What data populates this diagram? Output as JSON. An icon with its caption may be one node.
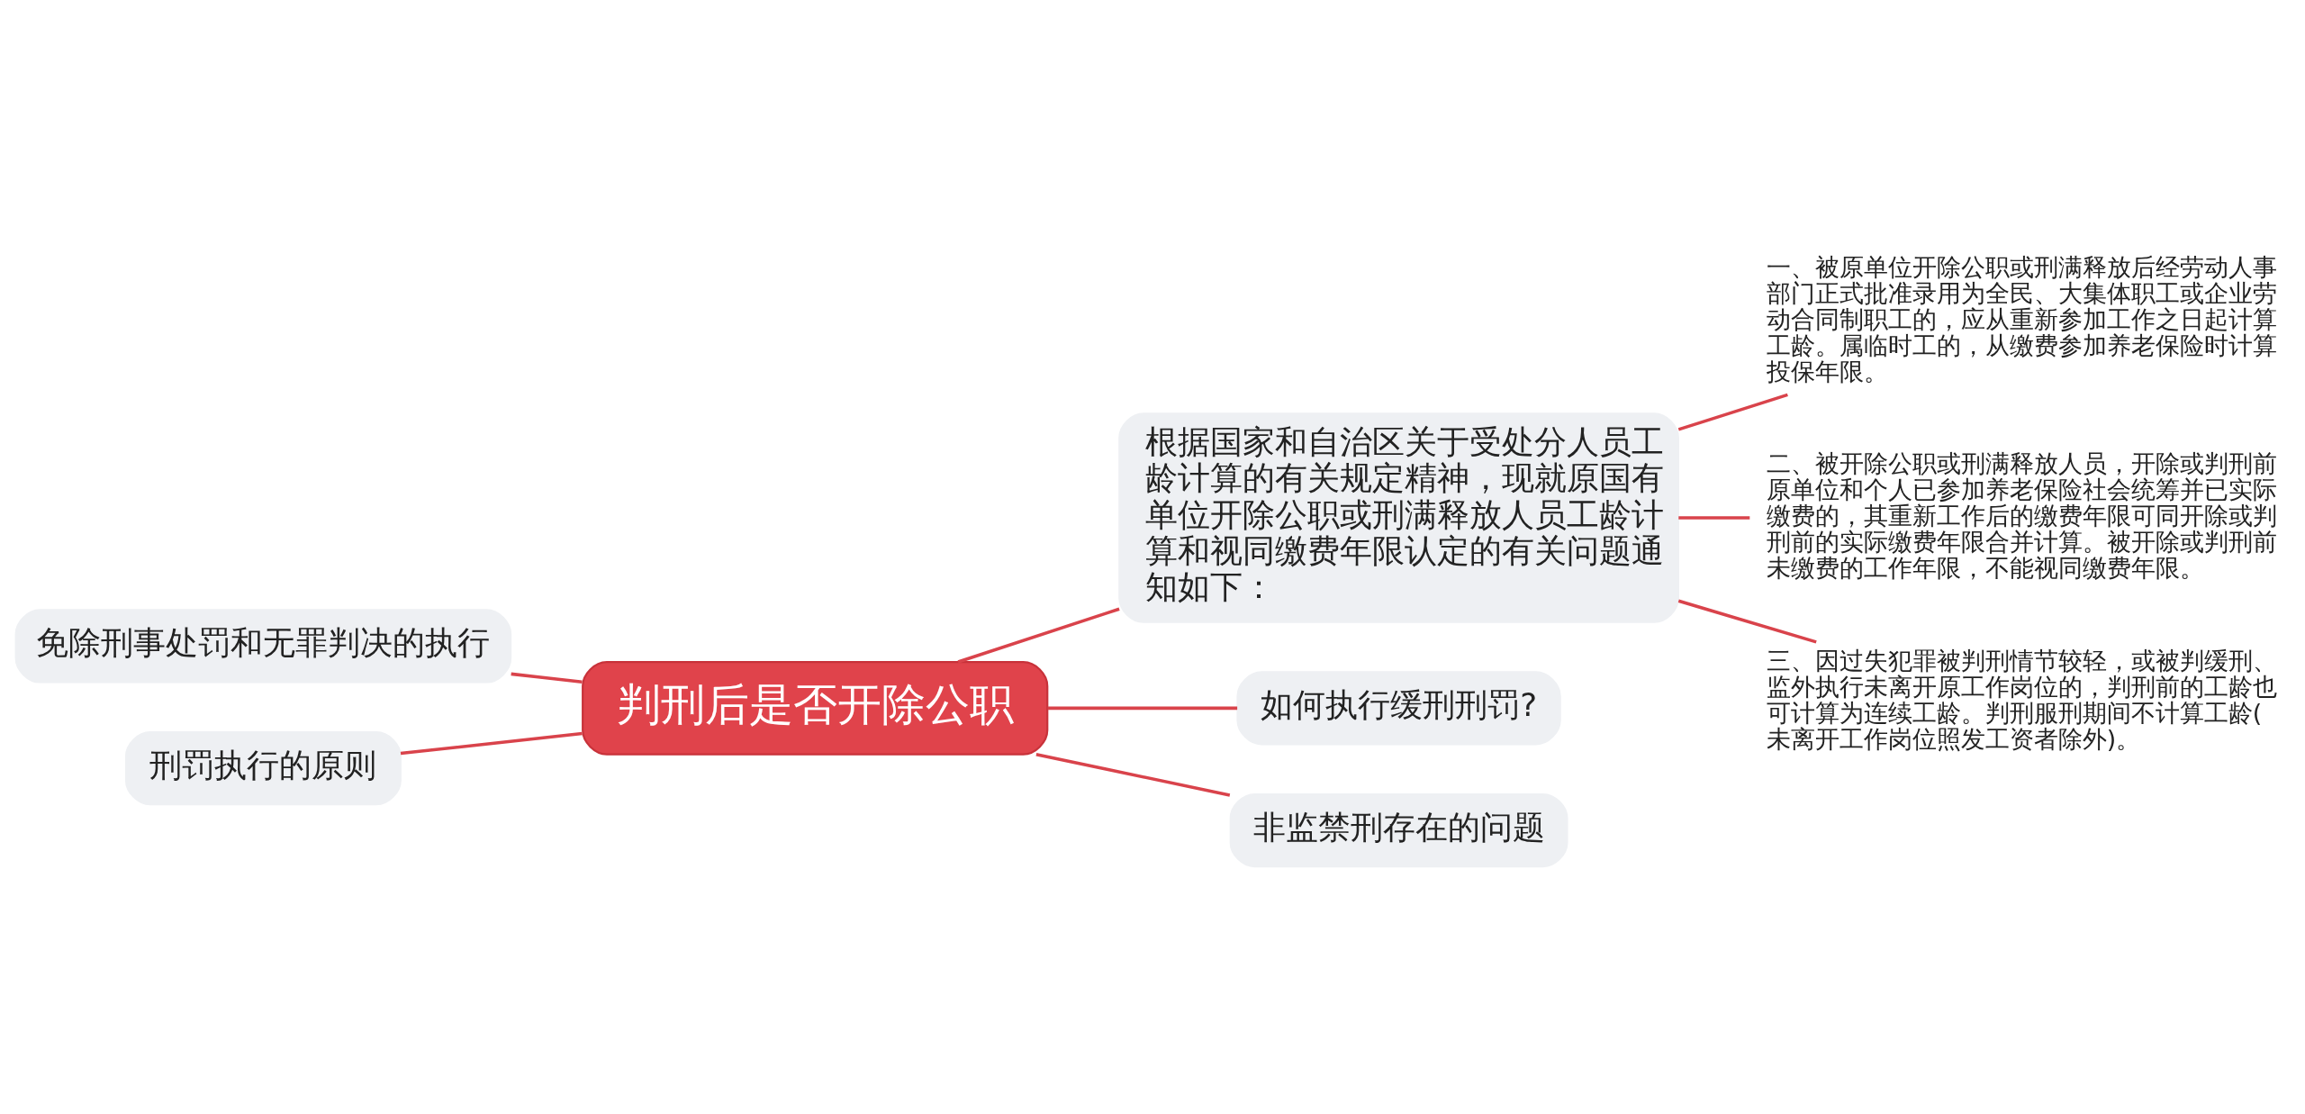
{
  "diagram": {
    "nodes": [
      {
        "text": [
          "判刑后是否开除公职"
        ]
      },
      {
        "text": [
          "免除刑事处罚和无罪判决的执行"
        ]
      },
      {
        "text": [
          "刑罚执行的原则"
        ]
      },
      {
        "text": [
          "根据国家和自治区关于受处分人员工龄计算的有关规定精神，现就原国有单位开除公职或刑满释放人员工龄计算和视同缴费年限认定的有关问题通知如下："
        ]
      },
      {
        "text": [
          "一、被原单位开除公职或刑满释放后经劳动人事部门正式批准录用为全民、大集体职工或企业劳动合同制职工的，应从重新参加工作之日起计算工龄。属临时工的，从缴费参加养老保险时计算投保年限。"
        ]
      },
      {
        "text": [
          "二、被开除公职或刑满释放人员，开除或判刑前原单位和个人已参加养老保险社会统筹并已实际缴费的，其重新工作后的缴费年限可同开除或判刑前的实际缴费年限合并计算。被开除或判刑前未缴费的工作年限，不能视同缴费年限。"
        ]
      },
      {
        "text": [
          "三、因过失犯罪被判刑情节较轻，或被判缓刑、监外执行未离开原工作岗位的，判刑前的工龄也可计算为连续工龄。判刑服刑期间不计算工龄(未离开工作岗位照发工资者除外)。"
        ]
      },
      {
        "text": [
          "如何执行缓刑刑罚?"
        ]
      },
      {
        "text": [
          "非监禁刑存在的问题"
        ]
      }
    ],
    "edges": [
      {
        "from": 0,
        "to": 1,
        "arrow": "none"
      },
      {
        "from": 0,
        "to": 2,
        "arrow": "none"
      },
      {
        "from": 0,
        "to": 3,
        "arrow": "none"
      },
      {
        "from": 3,
        "to": 4,
        "arrow": "none"
      },
      {
        "from": 3,
        "to": 5,
        "arrow": "none"
      },
      {
        "from": 3,
        "to": 6,
        "arrow": "none"
      },
      {
        "from": 0,
        "to": 7,
        "arrow": "none"
      },
      {
        "from": 0,
        "to": 8,
        "arrow": "none"
      }
    ]
  }
}
